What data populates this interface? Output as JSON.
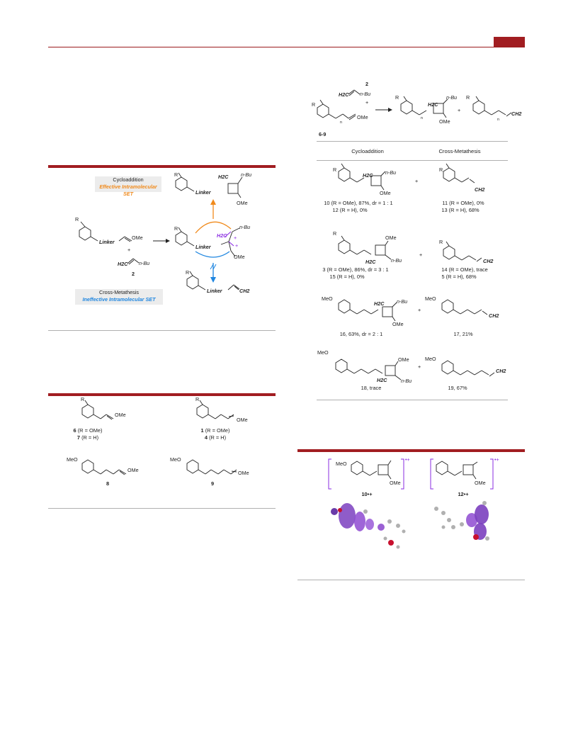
{
  "header": {
    "accent": "#a11d21"
  },
  "scheme_left": {
    "box_cyclo_title": "Cycloaddition",
    "box_cyclo_sub": "Effective Intramolecular SET",
    "box_cm_title": "Cross-Metathesis",
    "box_cm_sub": "Ineffective Intramolecular SET",
    "colors": {
      "orange": "#f08a1c",
      "blue": "#1f86e0",
      "purple": "#8a2be2"
    },
    "labels": {
      "r": "R",
      "linker": "Linker",
      "ome": "OMe",
      "plus": "+",
      "nbu": "n-Bu",
      "h2c": "H2C",
      "ch2": "CH2",
      "cmpd2": "2",
      "dot_plus": "·",
      "charge": "+"
    }
  },
  "substrates": {
    "c1": {
      "num": "6",
      "rest": " (R = OMe)"
    },
    "c2": {
      "num": "7",
      "rest": " (R = H)"
    },
    "c3": {
      "num": "1",
      "rest": " (R = OMe)"
    },
    "c4": {
      "num": "4",
      "rest": " (R = H)"
    },
    "c5": "8",
    "c6": "9",
    "meo": "MeO"
  },
  "table": {
    "reagent_num": "2",
    "substrate_range": "6-9",
    "n": "n",
    "col_cyclo": "Cycloaddition",
    "col_cm": "Cross-Metathesis",
    "rows": [
      {
        "left1": "10 (R = OMe), 87%, dr = 1 : 1",
        "left2": "12 (R = H), 0%",
        "right1": "11 (R = OMe), 0%",
        "right2": "13 (R = H), 68%"
      },
      {
        "left1": "3 (R = OMe), 86%, dr = 3 : 1",
        "left2": "15 (R = H), 0%",
        "right1": "14 (R = OMe), trace",
        "right2": "5 (R = H), 68%"
      },
      {
        "left1": "16, 63%, dr = 2 : 1",
        "left2": "",
        "right1": "17, 21%",
        "right2": ""
      },
      {
        "left1": "18, trace",
        "left2": "",
        "right1": "19, 67%",
        "right2": ""
      }
    ]
  },
  "spin": {
    "left_label": "10•+",
    "right_label": "12•+",
    "charge": "•+"
  }
}
